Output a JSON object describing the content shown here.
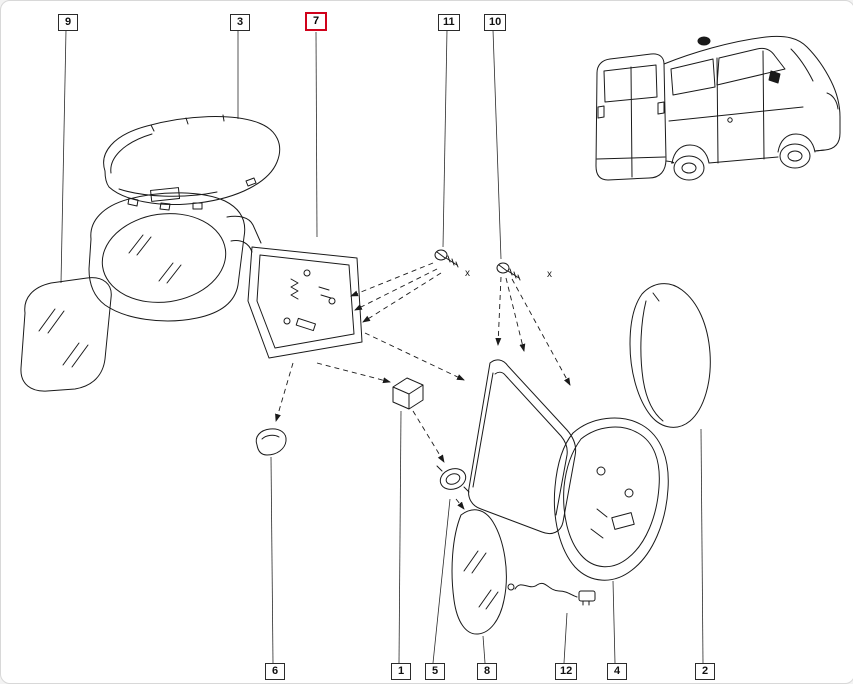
{
  "diagram": {
    "background_color": "#ffffff",
    "line_color": "#1a1a1a",
    "highlight_color": "#d0021b",
    "highlighted_callout": "7",
    "callouts": {
      "c9": "9",
      "c3": "3",
      "c7": "7",
      "c11": "11",
      "c10": "10",
      "c6": "6",
      "c1": "1",
      "c5": "5",
      "c8": "8",
      "c12": "12",
      "c4": "4",
      "c2": "2"
    },
    "annotations": {
      "screw_mark_left": "x",
      "screw_mark_right": "x"
    }
  }
}
